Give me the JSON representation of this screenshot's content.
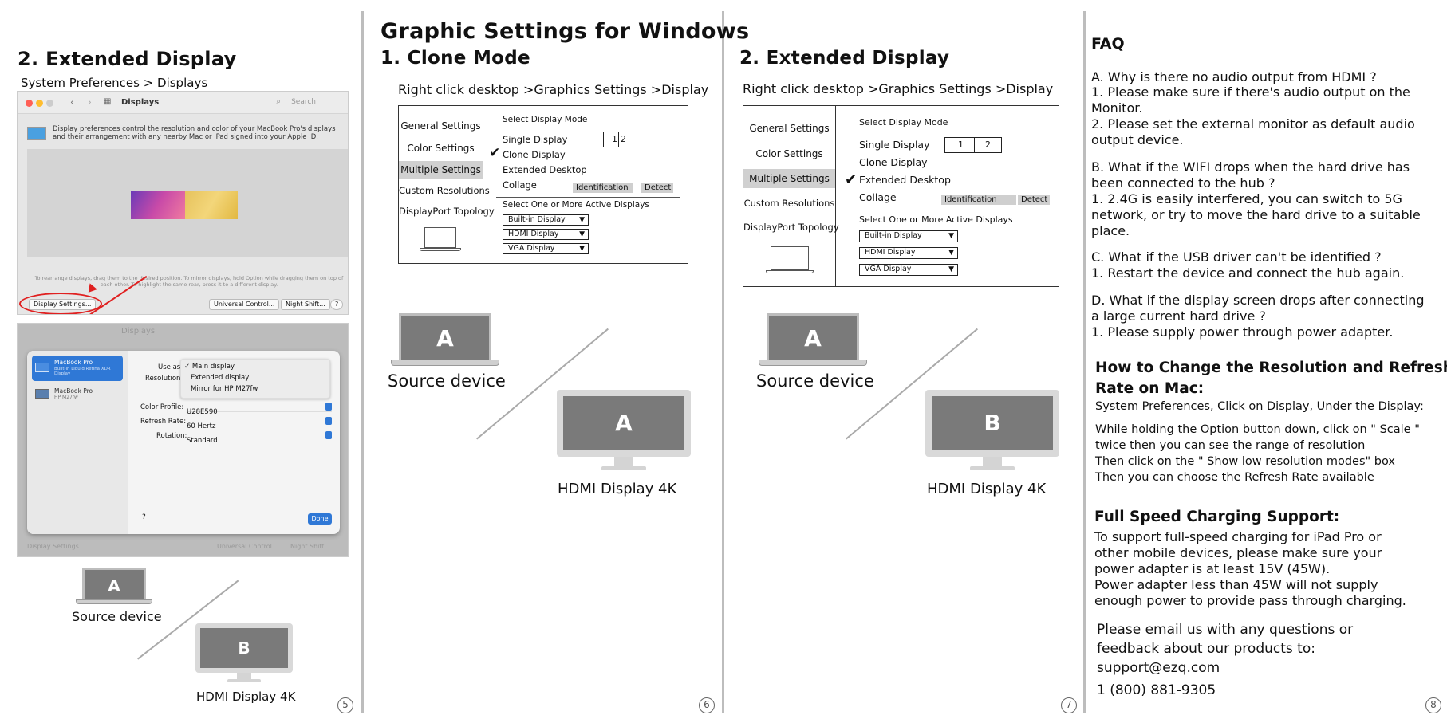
{
  "panel1": {
    "heading": "2. Extended Display",
    "subheading": "System Preferences > Displays",
    "mac1": {
      "window_title": "Displays",
      "search": "Search",
      "description": "Display preferences control the resolution and color of your MacBook Pro's displays and their arrangement with any nearby Mac or iPad signed into your Apple ID.",
      "hint": "To rearrange displays, drag them to the desired position. To mirror displays, hold Option while dragging them on top of each other. To highlight the same rear, press it to a different display.",
      "display_settings_button": "Display Settings...",
      "universal_control_button": "Universal Control...",
      "night_shift_button": "Night Shift...",
      "help": "?",
      "highlight_color": "#e02020"
    },
    "mac2": {
      "window_title": "Displays",
      "sidebar": [
        {
          "name": "MacBook Pro",
          "detail": "Built-in Liquid Retina XDR Display"
        },
        {
          "name": "MacBook Pro",
          "detail": "HP M27fw"
        }
      ],
      "use_as_label": "Use as:",
      "resolution_label": "Resolution:",
      "menu": [
        "✓ Main display",
        "Extended display",
        "Mirror for HP M27fw"
      ],
      "color_profile_label": "Color Profile:",
      "color_profile_value": "U28E590",
      "refresh_rate_label": "Refresh Rate:",
      "refresh_rate_value": "60 Hertz",
      "rotation_label": "Rotation:",
      "rotation_value": "Standard",
      "help": "?",
      "done": "Done",
      "footer_left": "Display Settings",
      "footer_mid": "Universal Control...",
      "footer_right": "Night Shift..."
    },
    "source_letter": "A",
    "source_label": "Source device",
    "target_letter": "B",
    "target_label": "HDMI  Display 4K",
    "page": "5"
  },
  "panel2": {
    "title": "Graphic Settings for Windows",
    "heading": "1. Clone Mode",
    "instruction": "Right click desktop >Graphics Settings >Display",
    "dialog": {
      "side_items": [
        "General Settings",
        "Color Settings",
        "Multiple Settings",
        "Custom Resolutions",
        "DisplayPort Topology"
      ],
      "active_index": 2,
      "select_mode": "Select Display Mode",
      "modes": [
        "Single Display",
        "Clone Display",
        "Extended Desktop",
        "Collage"
      ],
      "checked_index": 1,
      "num1": "1",
      "num2": "2",
      "identification": "Identification",
      "detect": "Detect",
      "select_active": "Select One or More Active Displays",
      "displays": [
        "Built-in Display",
        "HDMI Display",
        "VGA Display"
      ]
    },
    "source_letter": "A",
    "source_label": "Source device",
    "target_letter": "A",
    "target_label": "HDMI  Display 4K",
    "page": "6"
  },
  "panel3": {
    "heading": "2. Extended Display",
    "instruction": "Right click desktop >Graphics Settings >Display",
    "dialog": {
      "side_items": [
        "General Settings",
        "Color Settings",
        "Multiple Settings",
        "Custom Resolutions",
        "DisplayPort Topology"
      ],
      "active_index": 2,
      "select_mode": "Select Display Mode",
      "modes": [
        "Single Display",
        "Clone Display",
        "Extended Desktop",
        "Collage"
      ],
      "checked_index": 2,
      "num1": "1",
      "num2": "2",
      "identification": "Identification",
      "detect": "Detect",
      "select_active": "Select One or More Active Displays",
      "displays": [
        "Built-in Display",
        "HDMI Display",
        "VGA Display"
      ]
    },
    "source_letter": "A",
    "source_label": "Source device",
    "target_letter": "B",
    "target_label": "HDMI  Display 4K",
    "page": "7"
  },
  "panel4": {
    "faq_title": "FAQ",
    "faq": [
      [
        "A. Why is there no audio output from HDMI ?",
        "1. Please make sure if there's audio output on the",
        "Monitor.",
        "2. Please set the external monitor as default audio",
        "output device."
      ],
      [
        "B. What if the WIFI drops when the hard drive has",
        " been connected to the hub ?",
        "1. 2.4G is easily interfered, you can switch to 5G",
        "network, or try to move the hard drive to a suitable",
        "place."
      ],
      [
        "C. What if the USB driver can't be identified ?",
        "1. Restart the device and connect the hub again."
      ],
      [
        "D. What if the display screen drops after connecting",
        "a large current hard drive ?",
        "1. Please supply power through power adapter."
      ]
    ],
    "res_title_1": "How to Change the Resolution and Refresh",
    "res_title_2": "Rate on Mac:",
    "res_lines": [
      "System Preferences, Click on Display, Under the Display:",
      "While holding the Option button down, click on \" Scale \"",
      "twice then you can see the range of resolution",
      "Then click on the \" Show low resolution modes\"  box",
      "Then you can choose the Refresh Rate available"
    ],
    "charge_title": "Full Speed Charging Support:",
    "charge_lines": [
      "To support full-speed charging for iPad Pro or",
      "other mobile devices, please make sure your",
      "power adapter is at least 15V (45W).",
      "Power adapter less than 45W will not supply",
      "enough power to provide pass through charging."
    ],
    "contact_lines": [
      "Please email us with any questions or",
      "feedback about our products to:",
      "support@ezq.com",
      "1 (800) 881-9305"
    ],
    "page": "8"
  }
}
